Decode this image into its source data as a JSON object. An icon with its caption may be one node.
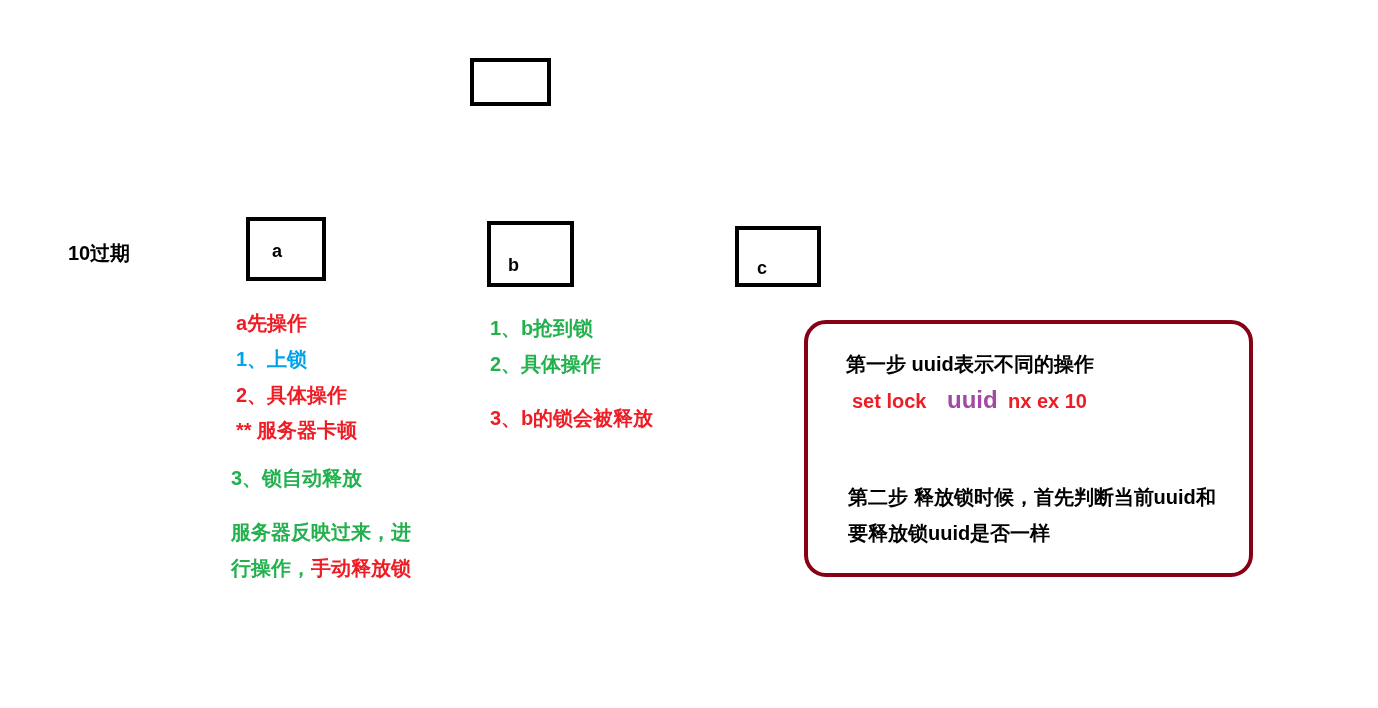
{
  "diagram": {
    "nodes": [
      {
        "text": [],
        "shape": "box"
      },
      {
        "text": [
          "a"
        ]
      },
      {
        "text": [
          "b"
        ]
      },
      {
        "text": [
          "c"
        ]
      },
      {
        "text": [
          "第一步 uuid表示不同的操作",
          "set lock",
          "uuid",
          "nx ex 10",
          "第二步 释放锁时候，首先判断当前uuid和要释放锁uuid是否一样"
        ]
      }
    ],
    "labels": [
      "10过期",
      "a先操作",
      "1、上锁",
      "2、具体操作",
      "** 服务器卡顿",
      "3、锁自动释放",
      "服务器反映过来，进行操作，",
      "手动释放锁",
      "1、b抢到锁",
      "2、具体操作",
      "3、b的锁会被释放"
    ]
  }
}
